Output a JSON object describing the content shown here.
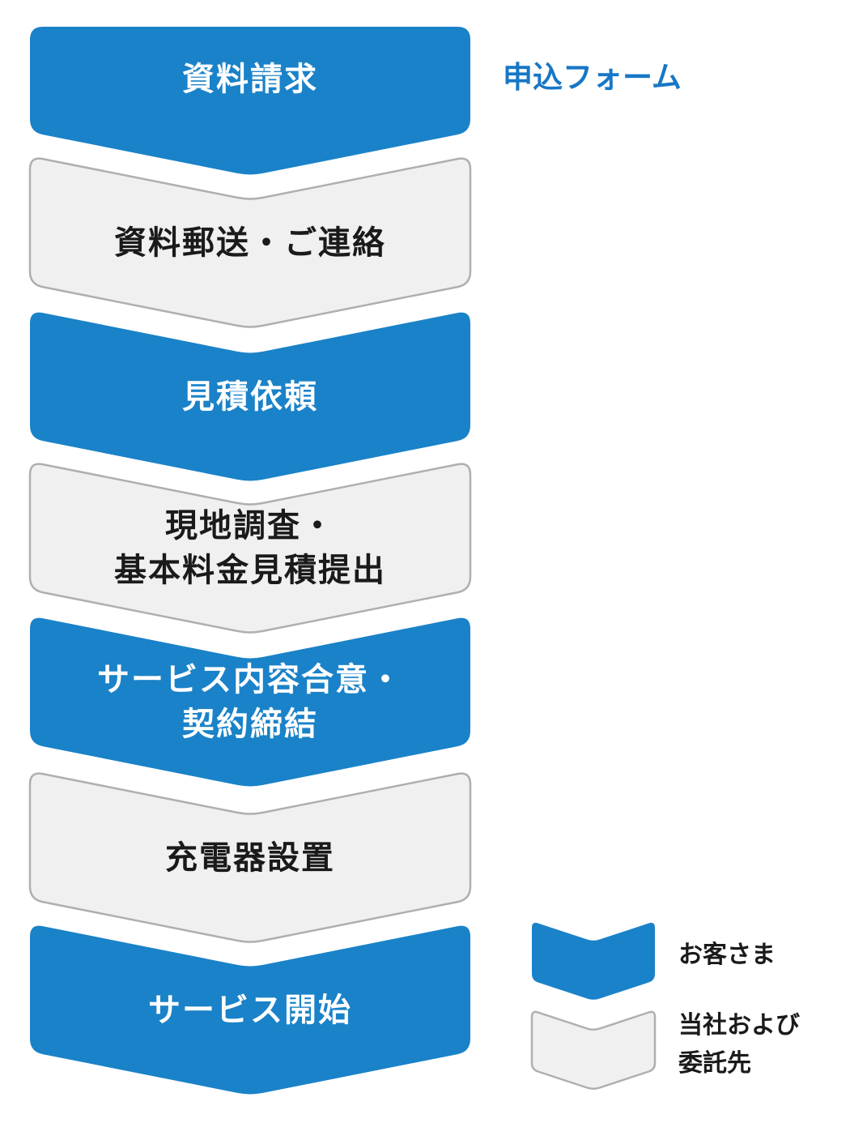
{
  "colors": {
    "customer_blue": "#1A82C8",
    "company_fill": "#F0F0F0",
    "company_border": "#AFAFAF",
    "link_blue": "#1777C6",
    "step_text_on_blue": "#FFFFFF",
    "step_text_on_gray": "#1A1A1A"
  },
  "flow": {
    "steps": [
      {
        "line1": "資料請求",
        "actor": "customer"
      },
      {
        "line1": "資料郵送・ご連絡",
        "actor": "company"
      },
      {
        "line1": "見積依頼",
        "actor": "customer"
      },
      {
        "line1": "現地調査・",
        "line2": "基本料金見積提出",
        "actor": "company"
      },
      {
        "line1": "サービス内容合意・",
        "line2": "契約締結",
        "actor": "customer"
      },
      {
        "line1": "充電器設置",
        "actor": "company"
      },
      {
        "line1": "サービス開始",
        "actor": "customer"
      }
    ]
  },
  "annotation": {
    "form_link_label": "申込フォーム"
  },
  "legend": {
    "customer_label": "お客さま",
    "company_line1": "当社および",
    "company_line2": "委託先"
  }
}
